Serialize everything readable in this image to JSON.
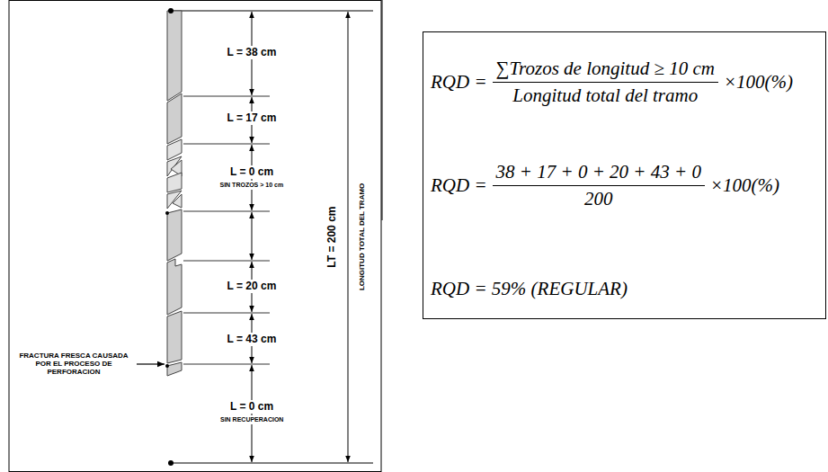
{
  "diagram": {
    "nodes": [
      {
        "text": [
          "RQD =",
          "∑Trozos de longitud ≥ 10 cm",
          "Longitud total del tramo",
          "×100(%)",
          "RQD =",
          "38 + 17 + 0 + 20 + 43 + 0",
          "200",
          "×100(%)",
          "RQD = 59% (REGULAR)"
        ]
      }
    ],
    "labels": [
      "L = 38 cm",
      "L = 17 cm",
      "L = 0 cm",
      "SIN TROZOS > 10 cm",
      "L = 20 cm",
      "L = 43 cm",
      "FRACTURA FRESCA CAUSADA POR EL PROCESO DE PERFORACION",
      "L = 0 cm",
      "SIN RECUPERACION",
      "LT = 200 cm",
      "LONGITUD TOTAL DEL TRAMO"
    ]
  }
}
